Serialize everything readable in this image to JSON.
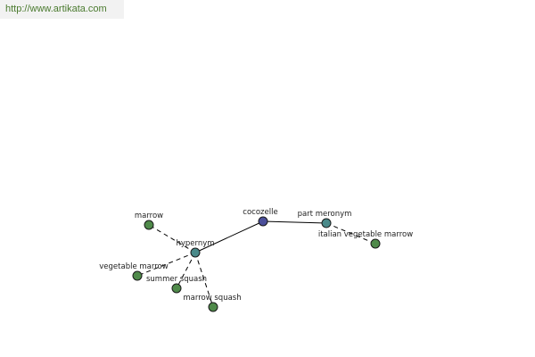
{
  "banner": {
    "url_text": "http://www.artikata.com"
  },
  "colors": {
    "root_node": "#4b4f9a",
    "relation_node": "#4a8a8a",
    "term_node": "#4f8a4a",
    "banner_text": "#4a7a2e"
  },
  "graph": {
    "nodes": [
      {
        "id": "cocozelle",
        "label": "cocozelle",
        "kind": "root"
      },
      {
        "id": "hypernym",
        "label": "hypernym",
        "kind": "relation"
      },
      {
        "id": "part_meronym",
        "label": "part meronym",
        "kind": "relation"
      },
      {
        "id": "marrow",
        "label": "marrow",
        "kind": "term"
      },
      {
        "id": "vegetable_marrow",
        "label": "vegetable marrow",
        "kind": "term"
      },
      {
        "id": "summer_squash",
        "label": "summer squash",
        "kind": "term"
      },
      {
        "id": "marrow_squash",
        "label": "marrow squash",
        "kind": "term"
      },
      {
        "id": "italian_vegetable_marrow",
        "label": "italian vegetable marrow",
        "kind": "term"
      }
    ],
    "edges": [
      {
        "from": "cocozelle",
        "to": "hypernym",
        "style": "solid"
      },
      {
        "from": "cocozelle",
        "to": "part_meronym",
        "style": "solid"
      },
      {
        "from": "hypernym",
        "to": "marrow",
        "style": "dashed"
      },
      {
        "from": "hypernym",
        "to": "vegetable_marrow",
        "style": "dashed"
      },
      {
        "from": "hypernym",
        "to": "summer_squash",
        "style": "dashed"
      },
      {
        "from": "hypernym",
        "to": "marrow_squash",
        "style": "dashed"
      },
      {
        "from": "part_meronym",
        "to": "italian_vegetable_marrow",
        "style": "dashed"
      }
    ]
  }
}
